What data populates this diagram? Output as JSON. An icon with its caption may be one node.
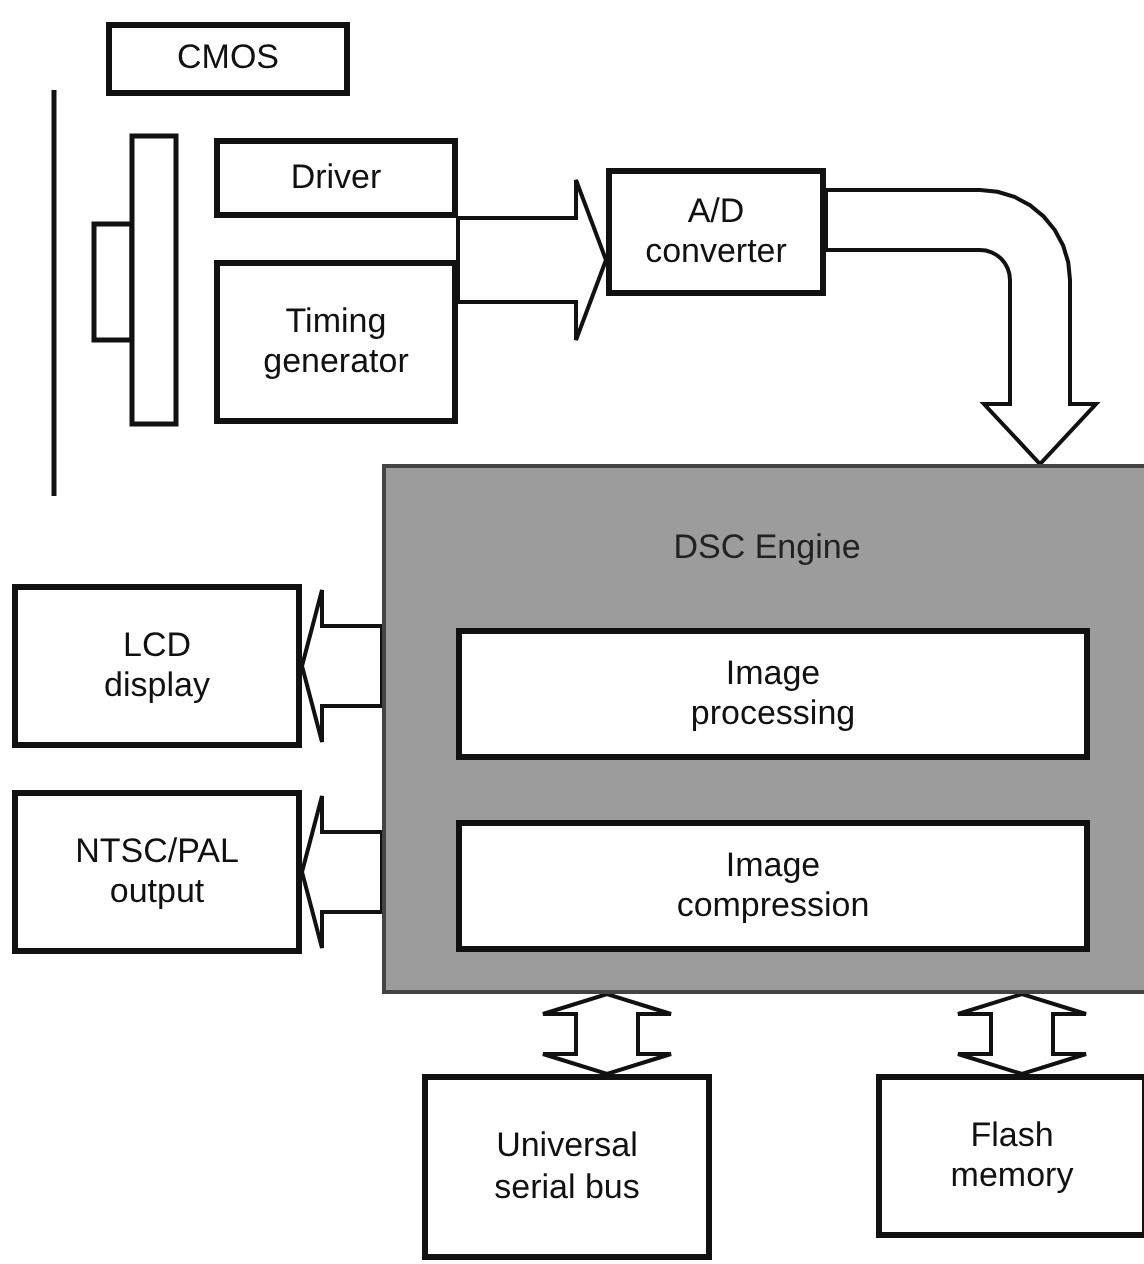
{
  "diagram": {
    "nodes": [
      {
        "text": [
          "CMOS"
        ]
      },
      {
        "text": [
          "Driver"
        ]
      },
      {
        "text": [
          "Timing generator"
        ]
      },
      {
        "text": [
          "A/D converter"
        ]
      },
      {
        "text": [
          "DSC Engine"
        ]
      },
      {
        "text": [
          "Image processing"
        ],
        "in": 4
      },
      {
        "text": [
          "Image compression"
        ],
        "in": 4
      },
      {
        "text": [
          "LCD display"
        ]
      },
      {
        "text": [
          "NTSC/PAL output"
        ]
      },
      {
        "text": [
          "Universal serial bus"
        ]
      },
      {
        "text": [
          "Flash memory"
        ]
      }
    ],
    "edges": [
      {
        "from": 1,
        "to": 3,
        "arrow": "to"
      },
      {
        "from": 2,
        "to": 3,
        "arrow": "to"
      },
      {
        "from": 3,
        "to": 4,
        "arrow": "to"
      },
      {
        "from": 4,
        "to": 7,
        "arrow": "to"
      },
      {
        "from": 4,
        "to": 8,
        "arrow": "to"
      },
      {
        "from": 4,
        "to": 9,
        "arrow": "both"
      },
      {
        "from": 4,
        "to": 10,
        "arrow": "both"
      }
    ]
  }
}
